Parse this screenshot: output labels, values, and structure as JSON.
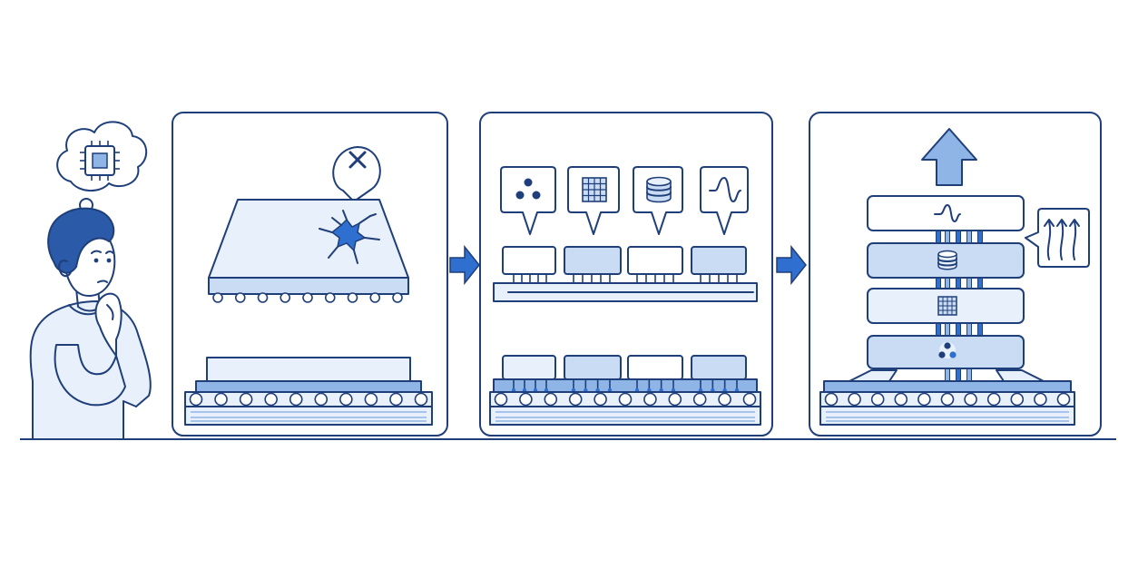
{
  "colors": {
    "ink": "#1f3f7a",
    "accent": "#2f6fd0",
    "light_fill": "#e8f0fb",
    "mid_fill": "#c9dcf3",
    "strong_fill": "#8fb4e6",
    "background": "#ffffff"
  },
  "scenes": [
    {
      "id": "thinking-person",
      "icon": "chip-icon"
    },
    {
      "id": "panel-monolithic-die",
      "icon": "cross-icon",
      "state": "cracked"
    },
    {
      "id": "panel-chiplets",
      "icons": [
        "dots-icon",
        "grid-icon",
        "database-icon",
        "wave-icon"
      ]
    },
    {
      "id": "panel-3d-stack",
      "icons": [
        "up-arrow-icon",
        "wave-icon",
        "database-icon",
        "grid-icon",
        "dots-icon",
        "heat-arrows-icon"
      ]
    }
  ],
  "connectors": [
    "arrow-right-icon",
    "arrow-right-icon"
  ]
}
